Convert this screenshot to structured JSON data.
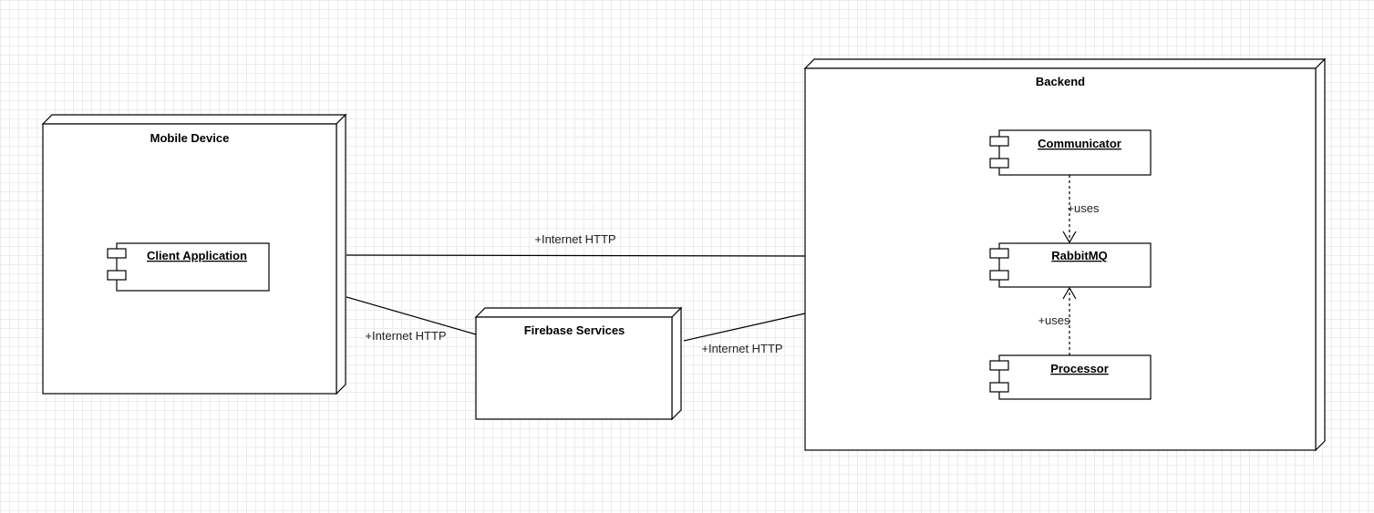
{
  "nodes": {
    "mobile": {
      "title": "Mobile Device"
    },
    "firebase": {
      "title": "Firebase Services"
    },
    "backend": {
      "title": "Backend"
    }
  },
  "components": {
    "client": {
      "label": "Client Application"
    },
    "communicator": {
      "label": "Communicator"
    },
    "rabbitmq": {
      "label": "RabbitMQ"
    },
    "processor": {
      "label": "Processor"
    }
  },
  "edges": {
    "mobile_backend": {
      "label": "+Internet HTTP"
    },
    "mobile_firebase": {
      "label": "+Internet HTTP"
    },
    "firebase_backend": {
      "label": "+Internet HTTP"
    },
    "communicator_rabbitmq": {
      "label": "+uses"
    },
    "processor_rabbitmq": {
      "label": "+uses"
    }
  }
}
